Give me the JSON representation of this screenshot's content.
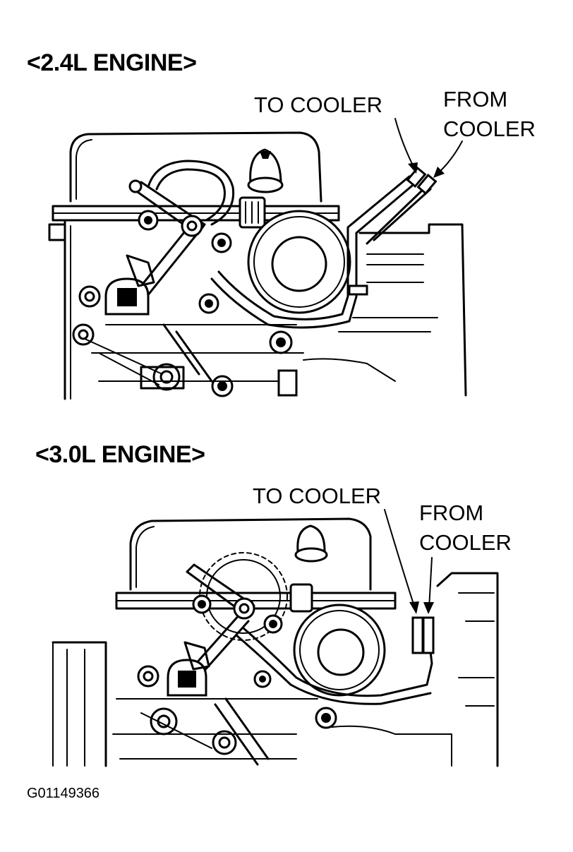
{
  "diagram_24": {
    "heading": "<2.4L ENGINE>",
    "to_cooler": "TO COOLER",
    "from_cooler_line1": "FROM",
    "from_cooler_line2": "COOLER"
  },
  "diagram_30": {
    "heading": "<3.0L ENGINE>",
    "to_cooler": "TO COOLER",
    "from_cooler_line1": "FROM",
    "from_cooler_line2": "COOLER"
  },
  "figure_code": "G01149366"
}
